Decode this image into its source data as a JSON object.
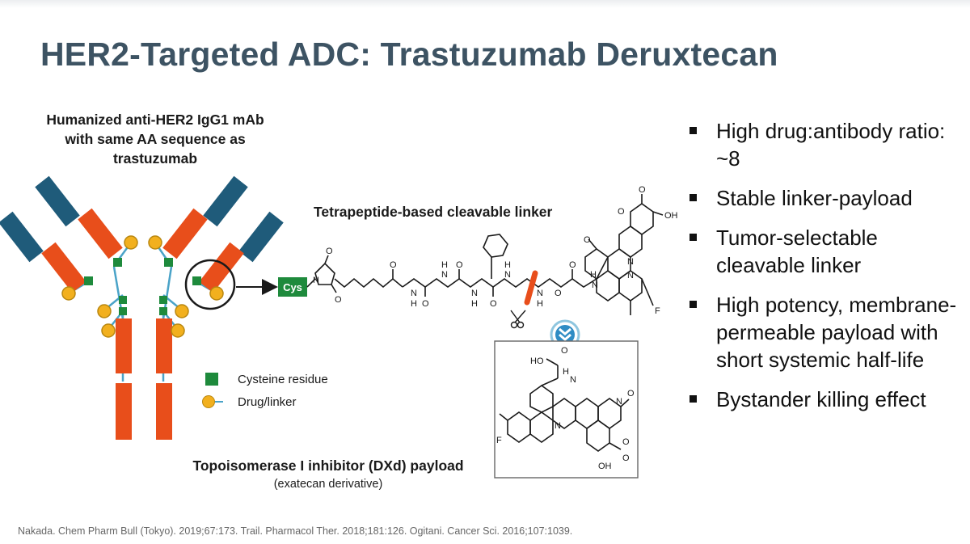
{
  "title": "HER2-Targeted ADC: Trastuzumab Deruxtecan",
  "antibody": {
    "caption": [
      "Humanized anti-HER2 IgG1 mAb",
      "with same AA sequence as",
      "trastuzumab"
    ]
  },
  "linker": {
    "caption": "Tetrapeptide-based cleavable linker",
    "cys_label": "Cys"
  },
  "payload": {
    "title": "Topoisomerase I inhibitor (DXd) payload",
    "subtitle": "(exatecan derivative)"
  },
  "legend": [
    {
      "label": "Cysteine residue",
      "icon": "cysteine-square",
      "color": "#1e8a3c"
    },
    {
      "label": "Drug/linker",
      "icon": "drug-linker-ball",
      "color": "#f2b01e"
    }
  ],
  "bullets": [
    "High drug:antibody ratio: ~8",
    "Stable linker-payload",
    "Tumor-selectable cleavable linker",
    "High potency, membrane-permeable payload with short systemic half-life",
    "Bystander killing effect"
  ],
  "chem_labels": {
    "atoms_O": "O",
    "atom_N": "N",
    "atom_H": "H",
    "atom_F": "F",
    "oh": "OH",
    "ho": "HO"
  },
  "colors": {
    "title": "#3d5363",
    "heavy_chain": "#e84e1b",
    "variable_domain": "#1f5b7a",
    "cysteine": "#1e8a3c",
    "drug": "#f2b01e",
    "hinge": "#4aa3c8",
    "cleavage_mark": "#e84e1b"
  },
  "footer": "Nakada. Chem Pharm Bull (Tokyo). 2019;67:173. Trail. Pharmacol Ther. 2018;181:126. Ogitani. Cancer Sci. 2016;107:1039."
}
